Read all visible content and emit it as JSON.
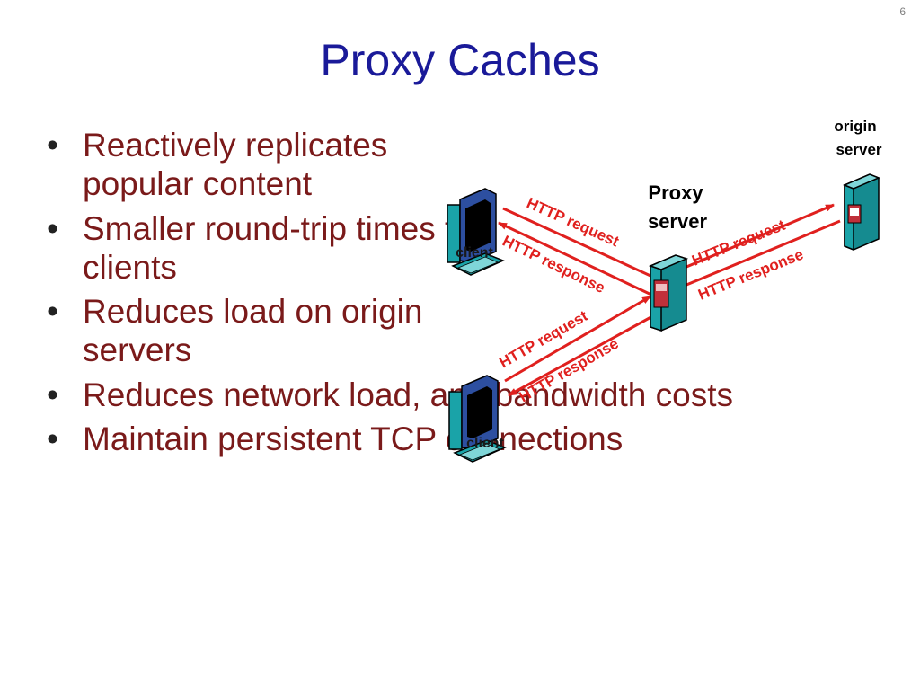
{
  "slide": {
    "number": "6",
    "title": "Proxy Caches"
  },
  "bullets": [
    "Reactively replicates popular content",
    "Smaller round-trip times to clients",
    "Reduces load on origin servers",
    "Reduces network load, and bandwidth costs",
    "Maintain persistent TCP connections"
  ],
  "diagram": {
    "origin_label_line1": "origin",
    "origin_label_line2": "server",
    "proxy_label_line1": "Proxy",
    "proxy_label_line2": "server",
    "client_top_label": "client",
    "client_bottom_label": "client",
    "arrow_labels": {
      "top_left_request": "HTTP request",
      "top_left_response": "HTTP response",
      "right_request": "HTTP request",
      "right_response": "HTTP response",
      "bottom_request": "HTTP request",
      "bottom_response": "HTTP response"
    },
    "colors": {
      "arrow": "#e0201e",
      "server_body": "#1aa3a8",
      "server_slot": "#c0303a",
      "label_black": "#000000"
    },
    "icons": [
      "desktop-computer-icon",
      "server-tower-icon"
    ]
  }
}
